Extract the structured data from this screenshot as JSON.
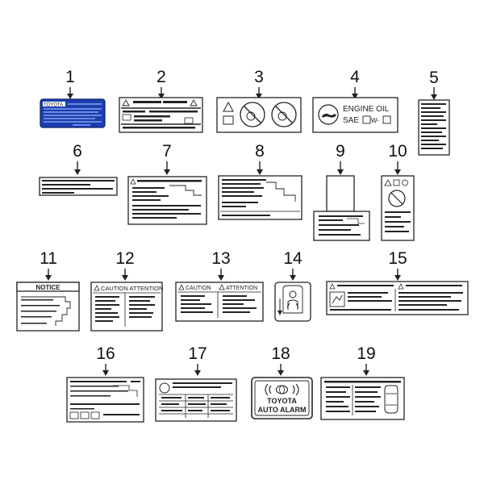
{
  "diagram": {
    "callouts": [
      "1",
      "2",
      "3",
      "4",
      "5",
      "6",
      "7",
      "8",
      "9",
      "10",
      "11",
      "12",
      "13",
      "14",
      "15",
      "16",
      "17",
      "18",
      "19"
    ],
    "label_text": {
      "toyota_badge": "TOYOTA",
      "engine_oil": "ENGINE  OIL",
      "sae": "SAE",
      "sae_grade": "W-",
      "notice": "NOTICE",
      "caution_attention": "CAUTION  ATTENTION",
      "caution": "CAUTION",
      "attention": "ATTENTION",
      "alarm_toyota": "TOYOTA",
      "alarm_line": "AUTO ALARM"
    },
    "colors": {
      "label_1_fill": "#1a3fb0",
      "ink": "#222222"
    }
  }
}
